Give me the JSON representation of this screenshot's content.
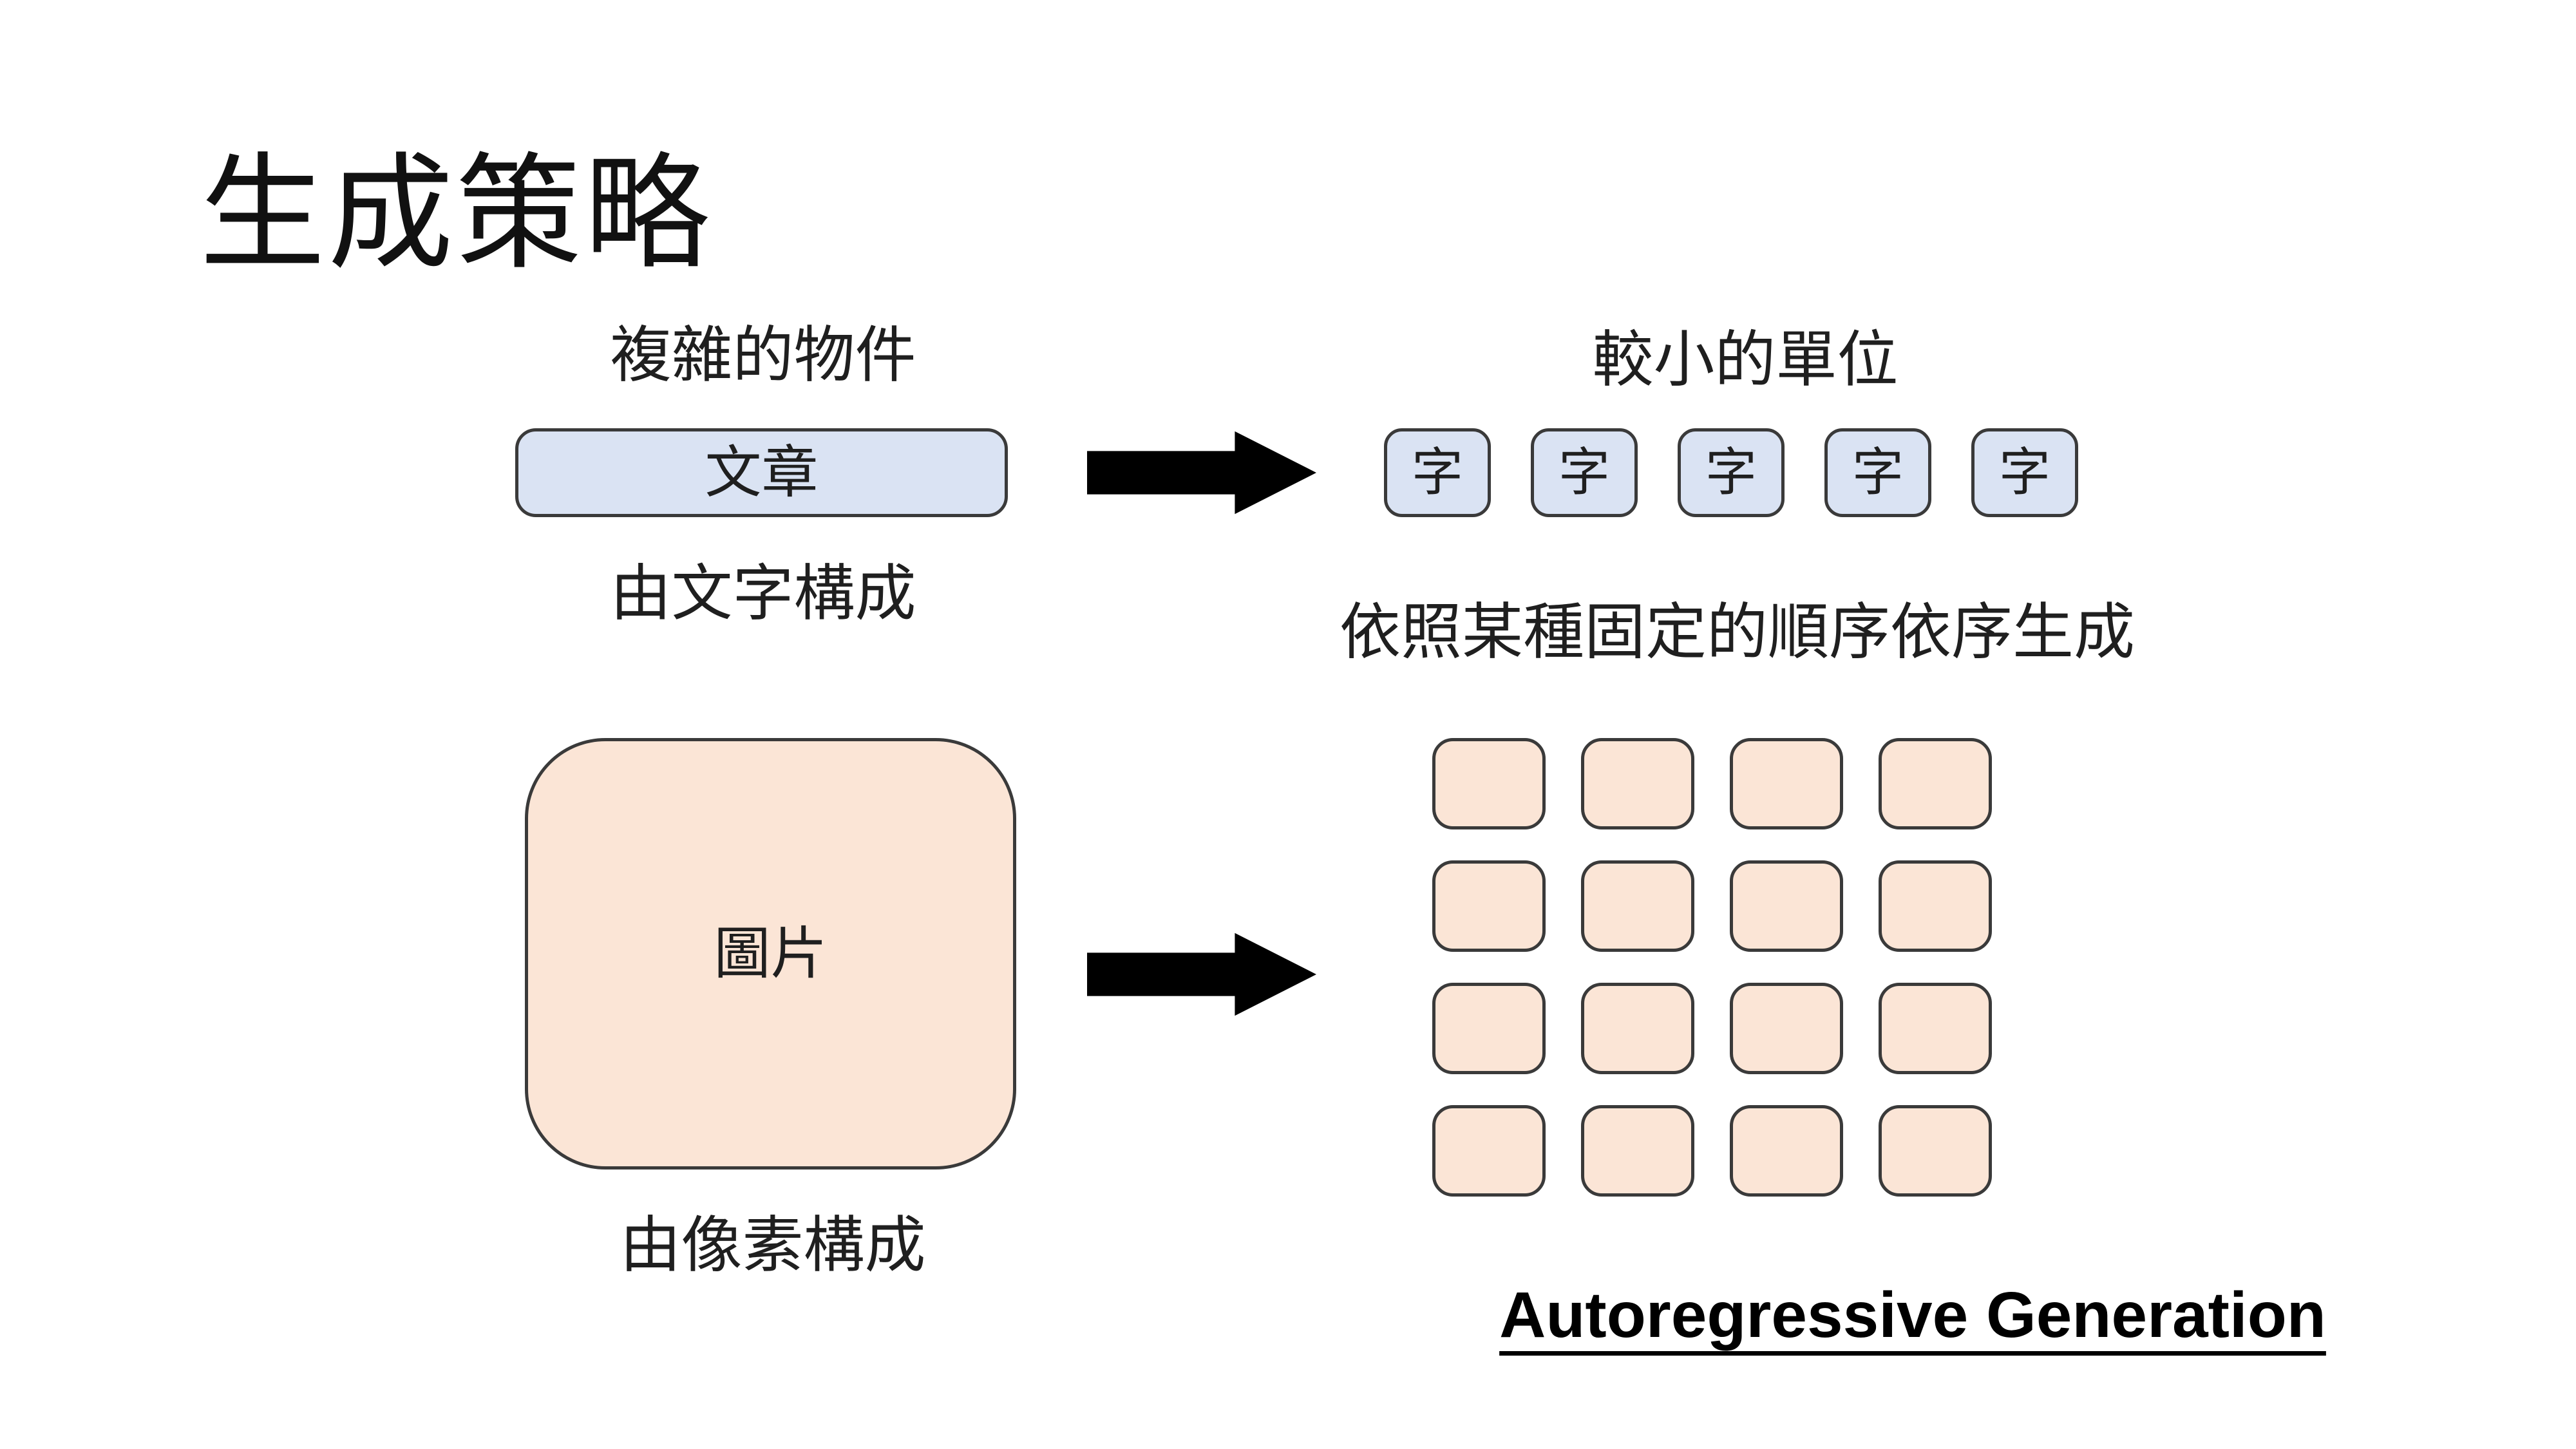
{
  "slide": {
    "title": "生成策略"
  },
  "text_flow": {
    "label_top": "複雜的物件",
    "box_label": "文章",
    "label_bottom": "由文字構成",
    "units_label": "較小的單位",
    "units": [
      "字",
      "字",
      "字",
      "字",
      "字"
    ],
    "caption": "依照某種固定的順序依序生成"
  },
  "image_flow": {
    "box_label": "圖片",
    "label_bottom": "由像素構成",
    "grid": {
      "rows": 4,
      "cols": 4
    }
  },
  "footer": {
    "label": "Autoregressive Generation"
  },
  "colors": {
    "text_box_fill": "#dae3f3",
    "pixel_box_fill": "#fbe5d6",
    "shape_border": "#3a3a3a",
    "arrow": "#000000"
  }
}
